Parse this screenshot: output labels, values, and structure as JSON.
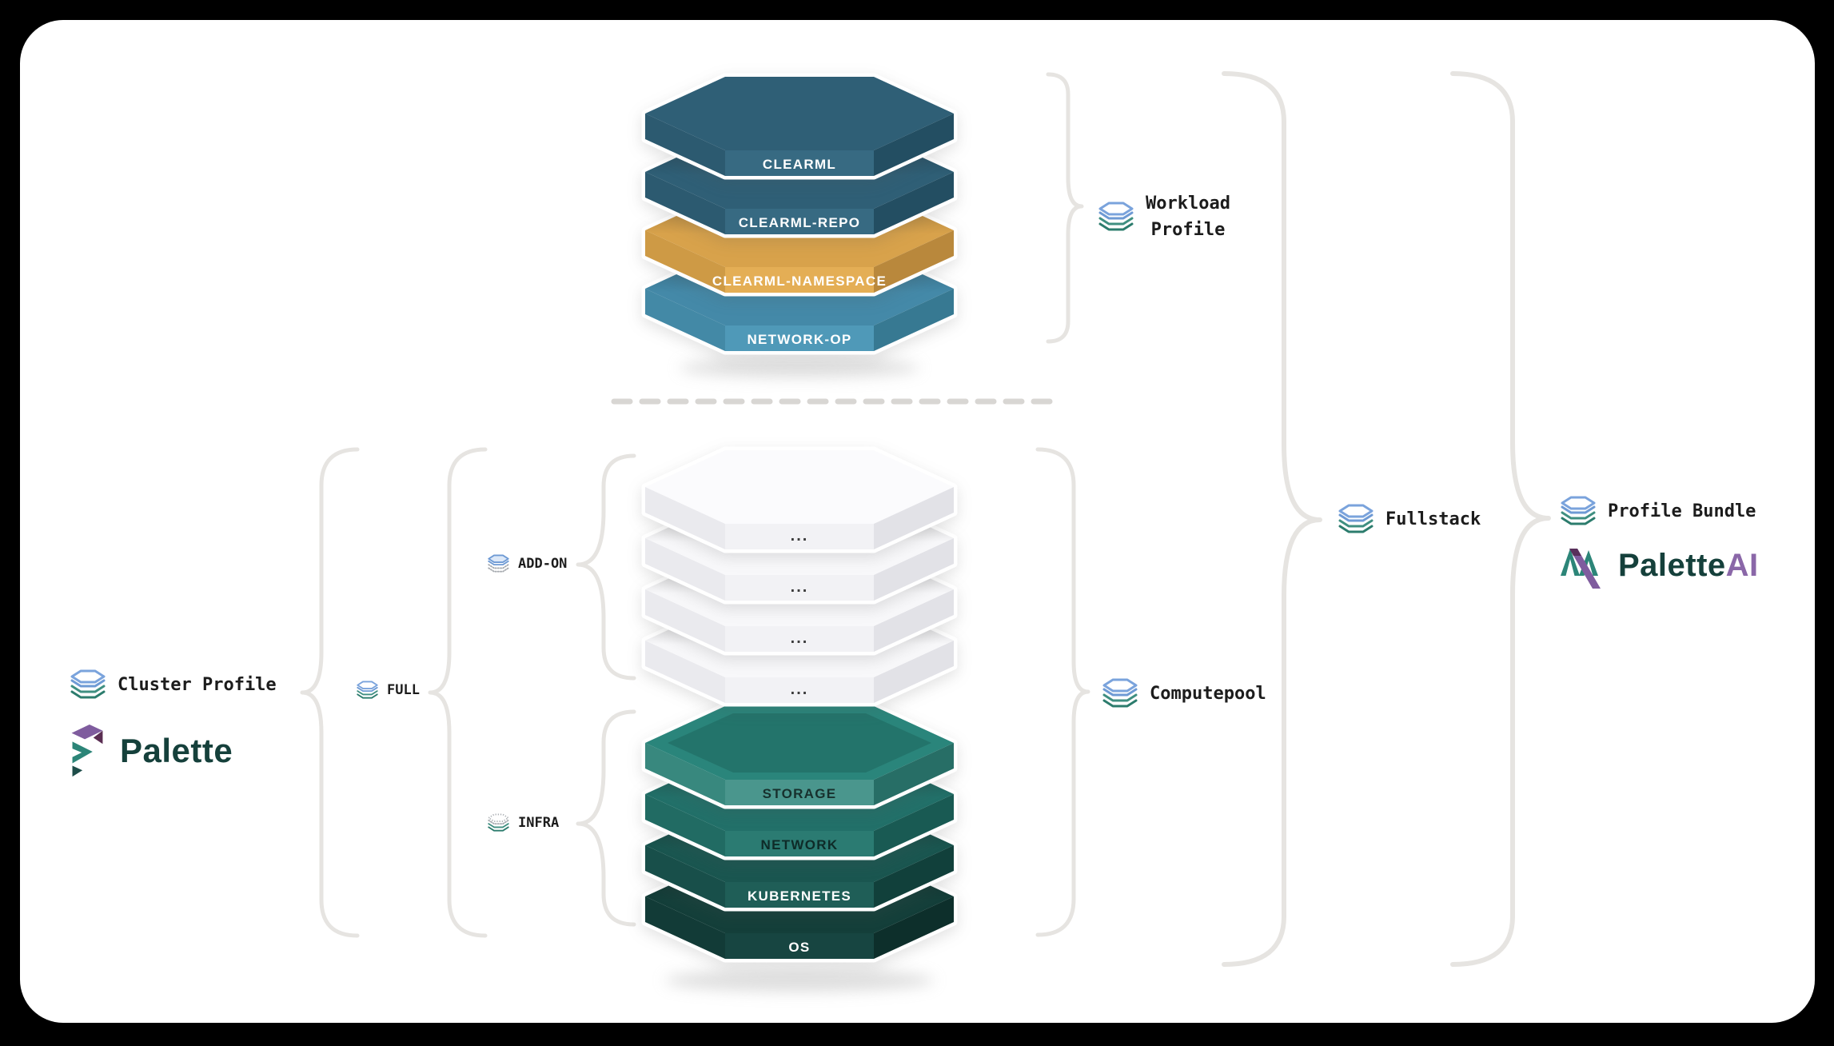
{
  "page": {
    "background": "#000000",
    "canvas_color": "#FFFFFF",
    "brace_color": "#E6E4E1",
    "divider_color": "#D8D6D3"
  },
  "workload_stack": {
    "layers": [
      {
        "label": "CLEARML",
        "text_color": "#FFFFFF",
        "colors": {
          "top": "#2F5F76",
          "front": "#376A82",
          "left": "#2C5A70",
          "right": "#234E62"
        }
      },
      {
        "label": "CLEARML-REPO",
        "text_color": "#FFFFFF",
        "colors": {
          "top": "#2F5F76",
          "front": "#376A82",
          "left": "#2C5A70",
          "right": "#234E62"
        }
      },
      {
        "label": "CLEARML-NAMESPACE",
        "text_color": "#FFFFFF",
        "colors": {
          "top": "#D8A24B",
          "front": "#E4AE55",
          "left": "#CE9A45",
          "right": "#B9883C"
        }
      },
      {
        "label": "NETWORK-OP",
        "text_color": "#FFFFFF",
        "colors": {
          "top": "#4489A8",
          "front": "#4F99B8",
          "left": "#4389A6",
          "right": "#377992"
        }
      }
    ]
  },
  "compute_stack": {
    "addon_layers": [
      {
        "label": "...",
        "text_color": "#3C3C3C",
        "colors": {
          "top": "#FBFBFD",
          "front": "#F2F2F5",
          "left": "#EAEAEE",
          "right": "#E2E2E7"
        }
      },
      {
        "label": "...",
        "text_color": "#3C3C3C",
        "colors": {
          "top": "#F8F8FA",
          "front": "#F2F2F5",
          "left": "#EAEAEE",
          "right": "#E2E2E7"
        }
      },
      {
        "label": "...",
        "text_color": "#3C3C3C",
        "colors": {
          "top": "#F8F8FA",
          "front": "#F2F2F5",
          "left": "#EAEAEE",
          "right": "#E2E2E7"
        }
      },
      {
        "label": "...",
        "text_color": "#3C3C3C",
        "colors": {
          "top": "#F8F8FA",
          "front": "#F2F2F5",
          "left": "#EAEAEE",
          "right": "#E2E2E7"
        }
      }
    ],
    "infra_layers": [
      {
        "label": "STORAGE",
        "text_color": "#17302D",
        "colors": {
          "top": "#2A857B",
          "front": "#4A968D",
          "left": "#38887E",
          "right": "#276E66"
        }
      },
      {
        "label": "NETWORK",
        "text_color": "#0E2B28",
        "colors": {
          "top": "#227069",
          "front": "#2B7B72",
          "left": "#216B63",
          "right": "#195A53"
        }
      },
      {
        "label": "KUBERNETES",
        "text_color": "#FFFFFF",
        "colors": {
          "top": "#1A5650",
          "front": "#1F5E57",
          "left": "#184F4A",
          "right": "#11403B"
        }
      },
      {
        "label": "OS",
        "text_color": "#FFFFFF",
        "colors": {
          "top": "#143F3A",
          "front": "#174541",
          "left": "#123B37",
          "right": "#0D2F2B"
        }
      }
    ]
  },
  "annotations": {
    "workload": {
      "line1": "Workload",
      "line2": "Profile"
    },
    "computepool": {
      "label": "Computepool"
    },
    "fullstack": {
      "label": "Fullstack"
    },
    "profile_bundle": {
      "label": "Profile Bundle"
    },
    "cluster_profile": {
      "label": "Cluster Profile"
    },
    "full": {
      "label": "FULL"
    },
    "addon": {
      "label": "ADD-ON"
    },
    "infra": {
      "label": "INFRA"
    }
  },
  "logos": {
    "palette": {
      "text": "Palette",
      "text_color": "#15403B",
      "mark": {
        "purple": "#7F5C9E",
        "maroon": "#5A2D52",
        "teal": "#2C8578",
        "teal_dark": "#1E4D49"
      }
    },
    "palette_ai": {
      "text": "Palette",
      "suffix": "AI",
      "text_color": "#15403B",
      "suffix_color": "#8A67A8",
      "mark": {
        "teal": "#2C8578",
        "purple": "#7F5C9E",
        "maroon": "#59305B"
      }
    }
  },
  "icons": {
    "layers_icon": {
      "blue_light": "#7AA3DC",
      "blue": "#6E9AD4",
      "teal": "#3F8F81",
      "teal_dark": "#2C7C6D",
      "dotted": "#A8ACB1",
      "blue_fill": "#DCE8F8"
    }
  }
}
